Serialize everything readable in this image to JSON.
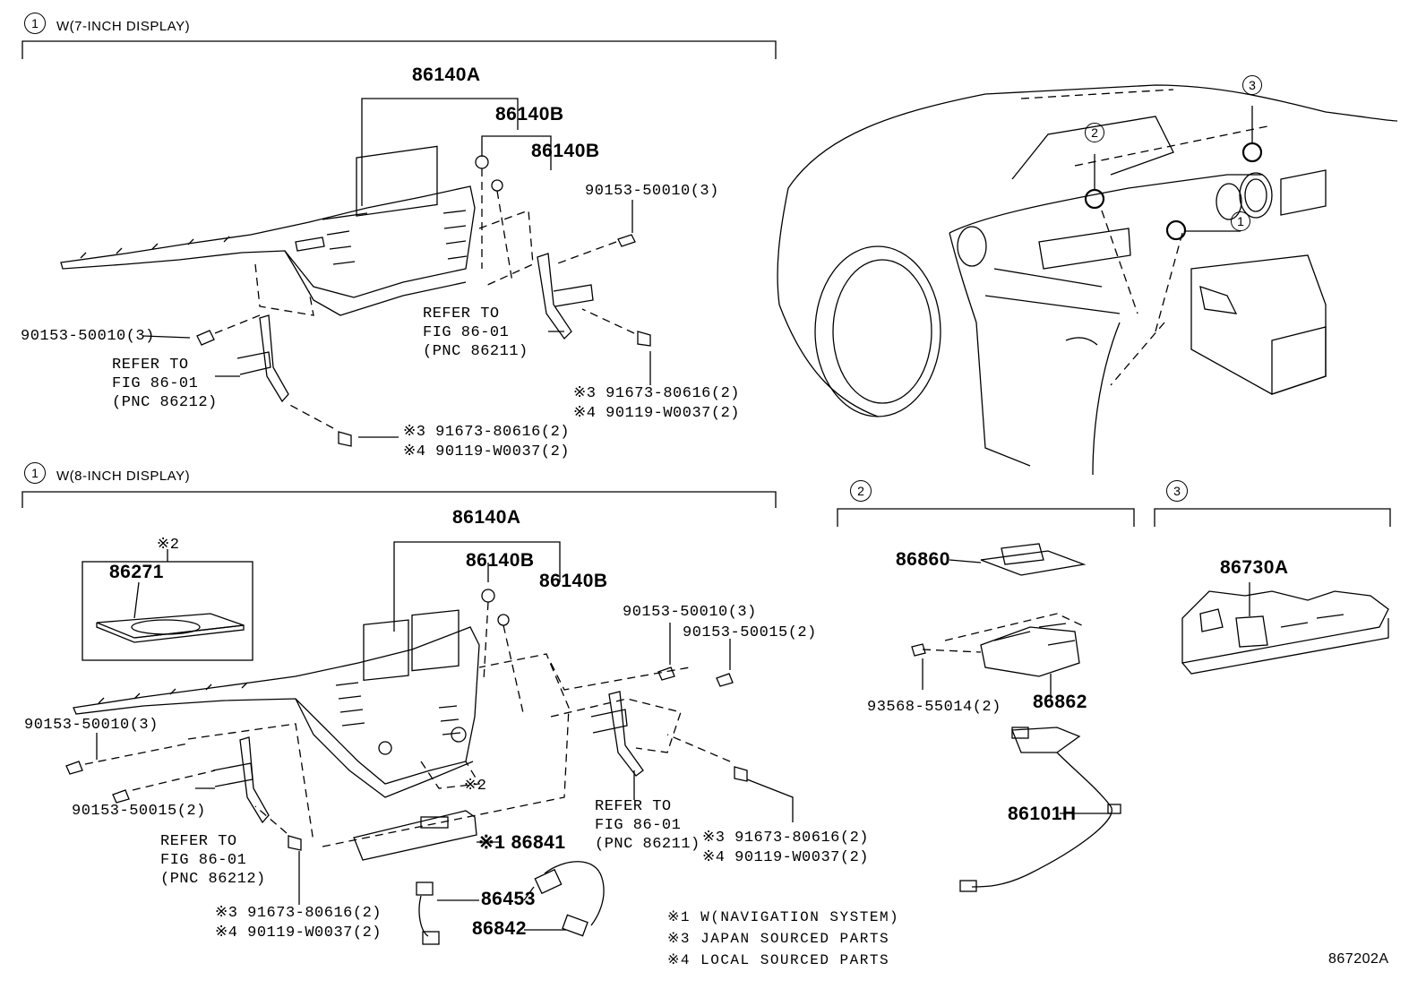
{
  "sections": {
    "s7": {
      "marker": "1",
      "title": "W(7-INCH DISPLAY)"
    },
    "s8": {
      "marker": "1",
      "title": "W(8-INCH DISPLAY)"
    },
    "s2": {
      "marker": "2"
    },
    "s3": {
      "marker": "3"
    }
  },
  "vehicle_markers": [
    "1",
    "2",
    "3"
  ],
  "labels_7": {
    "p86140A": "86140A",
    "p86140B_1": "86140B",
    "p86140B_2": "86140B",
    "screw_top": "90153-50010(3)",
    "screw_left": "90153-50010(3)",
    "refer_r": [
      "REFER TO",
      "FIG 86-01",
      "(PNC 86211)"
    ],
    "refer_l": [
      "REFER TO",
      "FIG 86-01",
      "(PNC 86212)"
    ],
    "r3_right": "※3 91673-80616(2)",
    "r4_right": "※4 90119-W0037(2)",
    "r3_bottom": "※3 91673-80616(2)",
    "r4_bottom": "※4 90119-W0037(2)"
  },
  "labels_8": {
    "p86140A": "86140A",
    "p86140B_1": "86140B",
    "p86140B_2": "86140B",
    "box_mark": "※2",
    "p86271": "86271",
    "screw_a": "90153-50010(3)",
    "screw_b": "90153-50015(2)",
    "screw_left_a": "90153-50010(3)",
    "screw_left_b": "90153-50015(2)",
    "inner_mark": "※2",
    "p86841": "※1 86841",
    "refer_r": [
      "REFER TO",
      "FIG 86-01",
      "(PNC 86211)"
    ],
    "refer_l": [
      "REFER TO",
      "FIG 86-01",
      "(PNC 86212)"
    ],
    "r3_right": "※3 91673-80616(2)",
    "r4_right": "※4 90119-W0037(2)",
    "r3_bottom": "※3 91673-80616(2)",
    "r4_bottom": "※4 90119-W0037(2)",
    "p86453": "86453",
    "p86842": "86842"
  },
  "labels_2": {
    "p86860": "86860",
    "p86862": "86862",
    "screw": "93568-55014(2)",
    "p86101H": "86101H"
  },
  "labels_3": {
    "p86730A": "86730A"
  },
  "notes": [
    "※1 W(NAVIGATION SYSTEM)",
    "※3 JAPAN SOURCED PARTS",
    "※4 LOCAL SOURCED PARTS"
  ],
  "figure_code": "867202A"
}
